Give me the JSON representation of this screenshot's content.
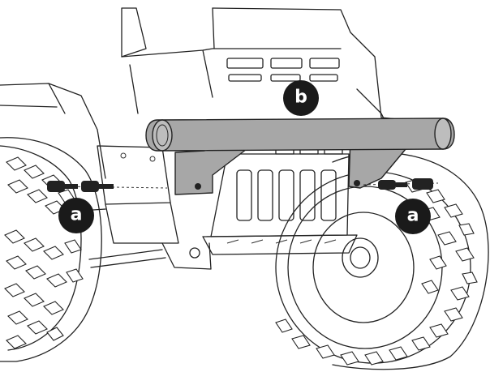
{
  "callouts": [
    {
      "id": "a-left",
      "label": "a"
    },
    {
      "id": "b",
      "label": "b"
    },
    {
      "id": "a-right",
      "label": "a"
    }
  ],
  "colors": {
    "line": "#222222",
    "bar_fill": "#a7a7a7",
    "callout_fill": "#1a1a1a",
    "callout_text": "#ffffff",
    "background": "#ffffff"
  }
}
